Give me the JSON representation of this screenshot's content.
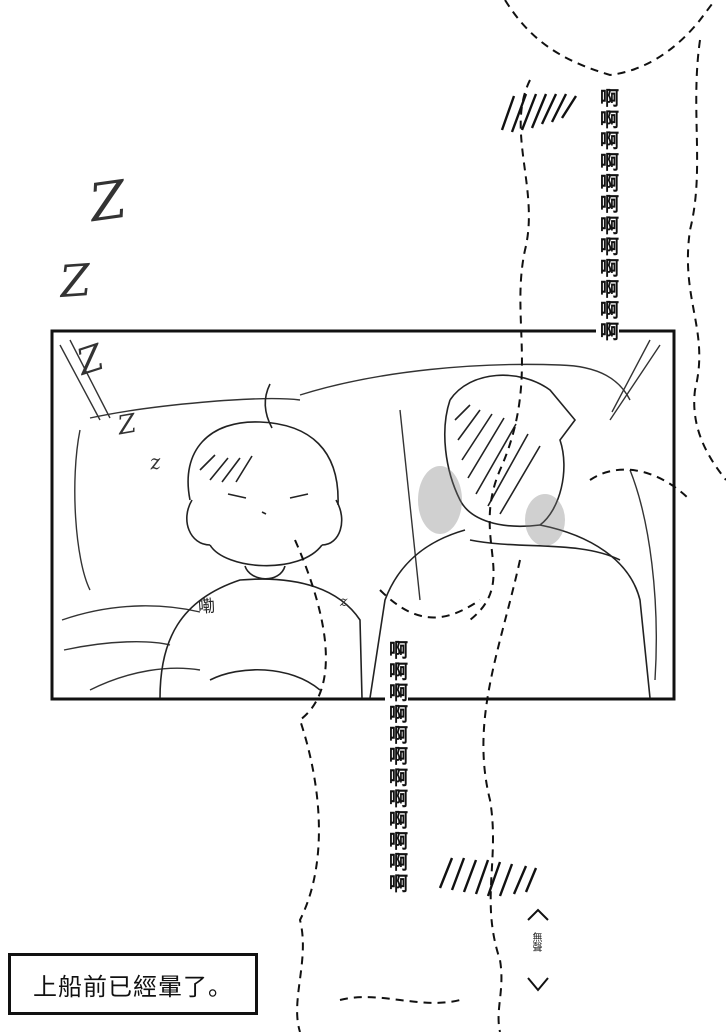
{
  "sleep_marks": [
    "Z",
    "Z",
    "Z",
    "Z",
    "z",
    "z"
  ],
  "shirt_text": "嘞",
  "cry_right": "啊啊啊啊啊啊啊啊啊啊啊啊",
  "cry_left": "啊啊啊啊啊啊啊啊啊啊啊啊",
  "silent_label": "無聲",
  "caption": "上船前已經暈了。",
  "colors": {
    "ink": "#111111",
    "paper": "#ffffff"
  }
}
